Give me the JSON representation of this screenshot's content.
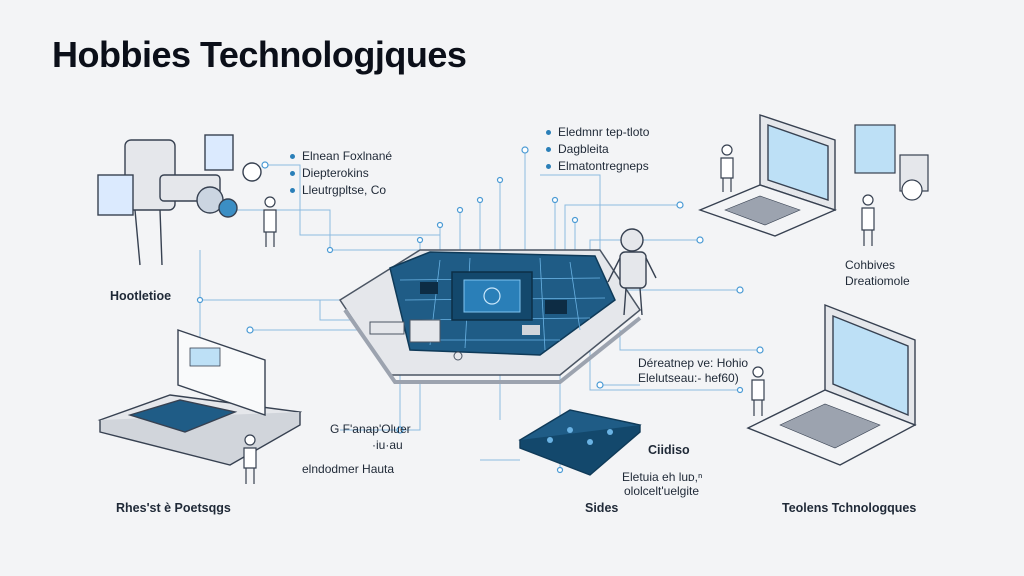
{
  "title": "Hobbies Technologjques",
  "colors": {
    "accent": "#2a7fb8",
    "board": "#1f5c86",
    "board_light": "#3b8ec4",
    "line": "#7fb3d9",
    "outline": "#4b5563"
  },
  "top_left_list": [
    "Elnean Foxlnané",
    "Diepterokins",
    "Lleutrgpltse, Co"
  ],
  "top_center_list": [
    "Eledmnr tep-tloto",
    "Dagbleita",
    "Elmatontregneps"
  ],
  "labels": {
    "left_hub": "Hootletioe",
    "right_hub_1": "Cohbives",
    "right_hub_2": "Dreatiomole",
    "mid_right_1": "Déreatnep ve: Hohio",
    "mid_right_2": "Elelutseau:- hef60)",
    "mid_left_1": "G F'anap'Oluer",
    "mid_left_2": "·iu·au",
    "mid_left_3": "elndodmer Hauta",
    "bottom_center_1": "Ciidiso",
    "bottom_center_2": "Eletuia eh luᴅ,ⁿ",
    "bottom_center_3": "ololcelt'uelgite",
    "caption_left": "Rhes'st è Poetsqgs",
    "caption_center": "Sides",
    "caption_right": "Teolens Tchnologques"
  }
}
